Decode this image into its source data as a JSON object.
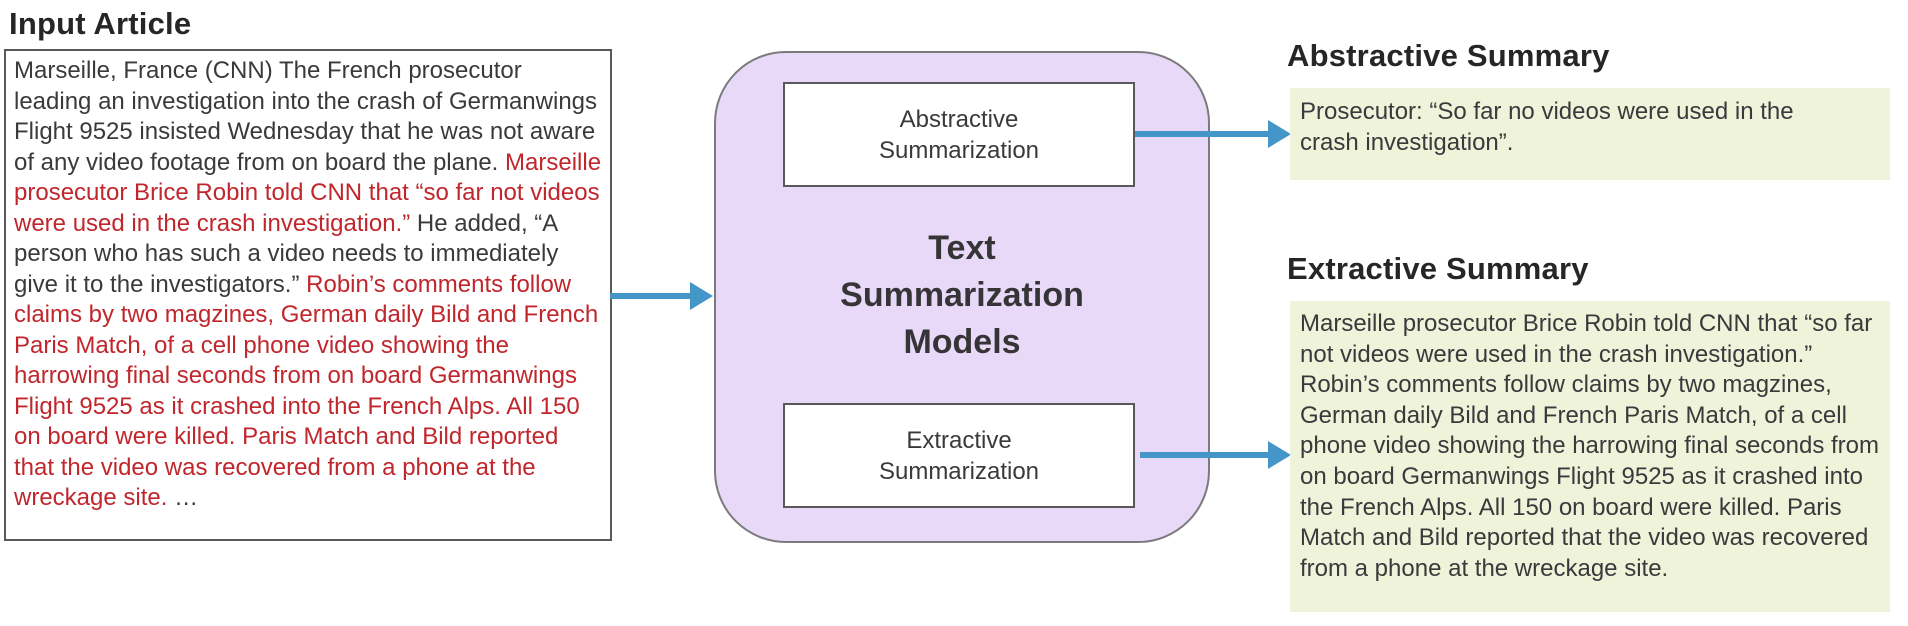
{
  "colors": {
    "dark_text": "#3a3a3c",
    "red_highlight": "#c0262c",
    "arrow_blue": "#4596c8",
    "model_fill": "#e9d9f8",
    "model_border": "#7b7b7b",
    "summary_fill": "#eef3da",
    "box_border": "#595959"
  },
  "input_article": {
    "heading": "Input Article",
    "segments": [
      {
        "color": "dark",
        "text": "Marseille, France (CNN) The French prosecutor leading an investigation into the crash of Germanwings Flight 9525 insisted Wednesday that he was not aware of any video footage from on board the plane. "
      },
      {
        "color": "red",
        "text": "Marseille prosecutor Brice Robin told CNN that “so far not videos were used in the crash investigation.”"
      },
      {
        "color": "dark",
        "text": " He added, “A person who has such a video needs to immediately give it to the investigators.” "
      },
      {
        "color": "red",
        "text": "Robin’s comments follow claims by two magzines, German daily Bild and French Paris Match, of a cell phone video showing the harrowing final seconds from on board Germanwings Flight 9525 as it crashed into the French Alps. All 150 on board were killed. Paris Match and Bild reported that the video was recovered from a phone at the wreckage site."
      },
      {
        "color": "dark",
        "text": " …"
      }
    ]
  },
  "models": {
    "title": "Text\nSummarization\nModels",
    "abstractive_box_label": "Abstractive\nSummarization",
    "extractive_box_label": "Extractive\nSummarization"
  },
  "abstractive_summary": {
    "heading": "Abstractive Summary",
    "text": "Prosecutor: “So far no videos were used in the crash investigation”."
  },
  "extractive_summary": {
    "heading": "Extractive Summary",
    "text": "Marseille prosecutor Brice Robin told CNN that “so far not videos were used in the crash investigation.” Robin’s comments follow claims by two magzines, German daily Bild and French Paris Match, of a cell phone video showing the harrowing final seconds from on board Germanwings Flight 9525 as it crashed into the French Alps. All 150 on board were killed. Paris Match and Bild reported that the video was recovered from a phone at the wreckage site."
  }
}
